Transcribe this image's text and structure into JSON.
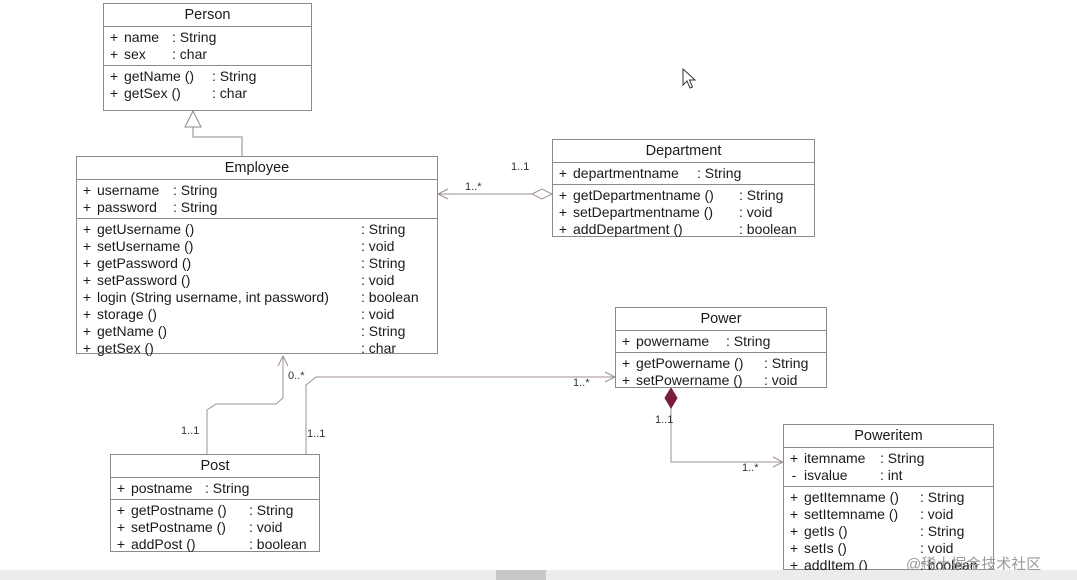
{
  "classes": {
    "person": {
      "name": "Person",
      "attributes": [
        {
          "vis": "+",
          "name": "name",
          "type": ": String"
        },
        {
          "vis": "+",
          "name": "sex",
          "type": ": char"
        }
      ],
      "operations": [
        {
          "vis": "+",
          "name": "getName ()",
          "type": ": String"
        },
        {
          "vis": "+",
          "name": "getSex ()",
          "type": ": char"
        }
      ]
    },
    "employee": {
      "name": "Employee",
      "attributes": [
        {
          "vis": "+",
          "name": "username",
          "type": ": String"
        },
        {
          "vis": "+",
          "name": "password",
          "type": ": String"
        }
      ],
      "operations": [
        {
          "vis": "+",
          "name": "getUsername ()",
          "type": ": String"
        },
        {
          "vis": "+",
          "name": "setUsername ()",
          "type": ": void"
        },
        {
          "vis": "+",
          "name": "getPassword ()",
          "type": ": String"
        },
        {
          "vis": "+",
          "name": "setPassword ()",
          "type": ": void"
        },
        {
          "vis": "+",
          "name": "login (String username, int password)",
          "type": ": boolean"
        },
        {
          "vis": "+",
          "name": "storage ()",
          "type": ": void"
        },
        {
          "vis": "+",
          "name": "getName ()",
          "type": ": String"
        },
        {
          "vis": "+",
          "name": "getSex ()",
          "type": ": char"
        }
      ]
    },
    "department": {
      "name": "Department",
      "attributes": [
        {
          "vis": "+",
          "name": "departmentname",
          "type": ": String"
        }
      ],
      "operations": [
        {
          "vis": "+",
          "name": "getDepartmentname ()",
          "type": ": String"
        },
        {
          "vis": "+",
          "name": "setDepartmentname ()",
          "type": ": void"
        },
        {
          "vis": "+",
          "name": "addDepartment ()",
          "type": ": boolean"
        }
      ]
    },
    "power": {
      "name": "Power",
      "attributes": [
        {
          "vis": "+",
          "name": "powername",
          "type": ": String"
        }
      ],
      "operations": [
        {
          "vis": "+",
          "name": "getPowername ()",
          "type": ": String"
        },
        {
          "vis": "+",
          "name": "setPowername ()",
          "type": ": void"
        }
      ]
    },
    "post": {
      "name": "Post",
      "attributes": [
        {
          "vis": "+",
          "name": "postname",
          "type": ": String"
        }
      ],
      "operations": [
        {
          "vis": "+",
          "name": "getPostname ()",
          "type": ": String"
        },
        {
          "vis": "+",
          "name": "setPostname ()",
          "type": ": void"
        },
        {
          "vis": "+",
          "name": "addPost ()",
          "type": ": boolean"
        }
      ]
    },
    "poweritem": {
      "name": "Poweritem",
      "attributes": [
        {
          "vis": "+",
          "name": "itemname",
          "type": ": String"
        },
        {
          "vis": "-",
          "name": "isvalue",
          "type": ": int"
        }
      ],
      "operations": [
        {
          "vis": "+",
          "name": "getItemname ()",
          "type": ": String"
        },
        {
          "vis": "+",
          "name": "setItemname ()",
          "type": ": void"
        },
        {
          "vis": "+",
          "name": "getIs ()",
          "type": ": String"
        },
        {
          "vis": "+",
          "name": "setIs ()",
          "type": ": void"
        },
        {
          "vis": "+",
          "name": "addItem ()",
          "type": ": boolean"
        }
      ]
    }
  },
  "multiplicities": {
    "dept_side": "1..1",
    "emp_side_dept": "1..*",
    "emp_side_post": "0..*",
    "post_side_emp": "1..1",
    "post_side_power": "1..1",
    "power_side_post": "1..*",
    "power_side_item": "1..1",
    "item_side_power": "1..*"
  },
  "watermark": "@稀土掘金技术社区",
  "colors": {
    "border": "#8a8a8a",
    "line": "#a09090",
    "composition": "#7a1f3a"
  }
}
